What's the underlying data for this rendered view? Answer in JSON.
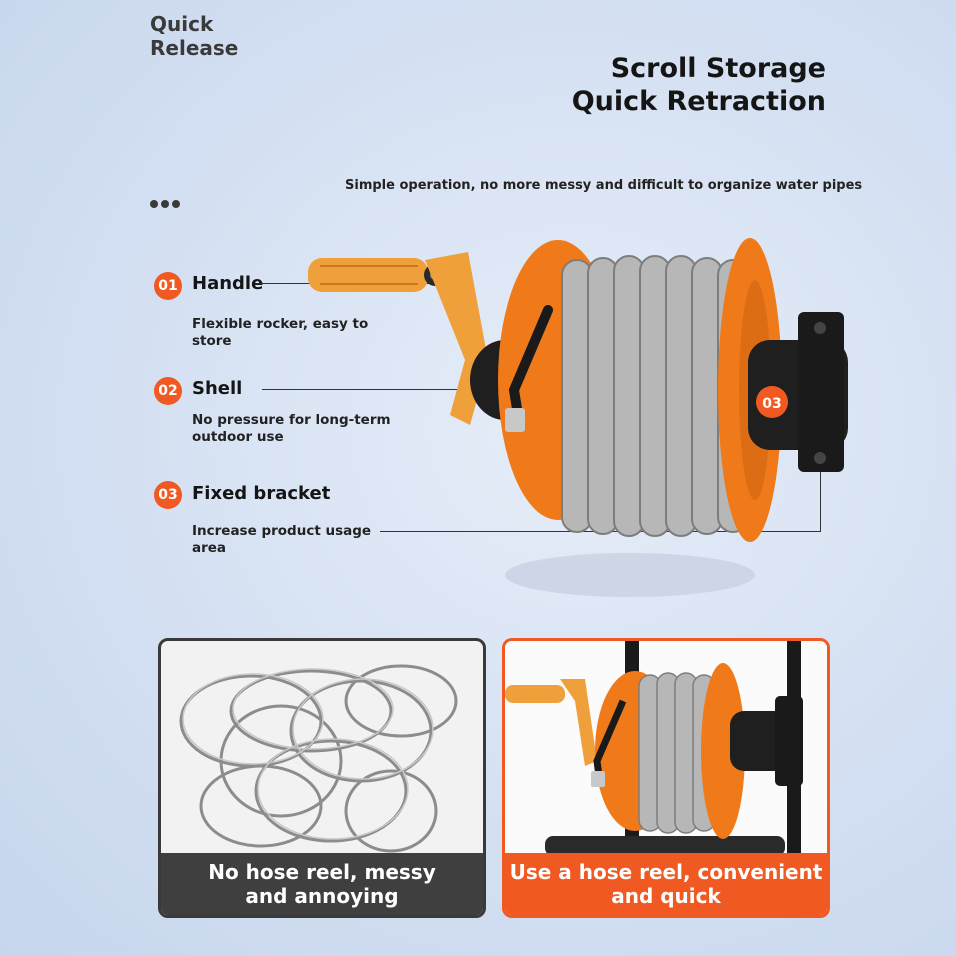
{
  "brand": {
    "line1": "Quick",
    "line2": "Release"
  },
  "header": {
    "title_line1": "Scroll Storage",
    "title_line2": "Quick Retraction",
    "subtitle": "Simple operation, no more messy and difficult to organize water pipes"
  },
  "features": [
    {
      "number": "01",
      "name": "Handle",
      "desc_line1": "Flexible rocker, easy to",
      "desc_line2": "store"
    },
    {
      "number": "02",
      "name": "Shell",
      "desc_line1": "No pressure for long-term",
      "desc_line2": "outdoor use"
    },
    {
      "number": "03",
      "name": "Fixed bracket",
      "desc_line1": "Increase product usage",
      "desc_line2": "area"
    }
  ],
  "product_marker": "03",
  "comparison": {
    "left_caption_line1": "No hose reel, messy",
    "left_caption_line2": "and annoying",
    "right_caption_line1": "Use a hose reel, convenient",
    "right_caption_line2": "and quick"
  },
  "colors": {
    "accent": "#f05a22",
    "reel_orange": "#f07a1a",
    "handle_gold": "#f0a03a",
    "dark": "#3f3f3f"
  },
  "icons": [
    "dots-icon",
    "hose-reel-image",
    "tangled-hose-image",
    "reel-on-cart-image"
  ]
}
